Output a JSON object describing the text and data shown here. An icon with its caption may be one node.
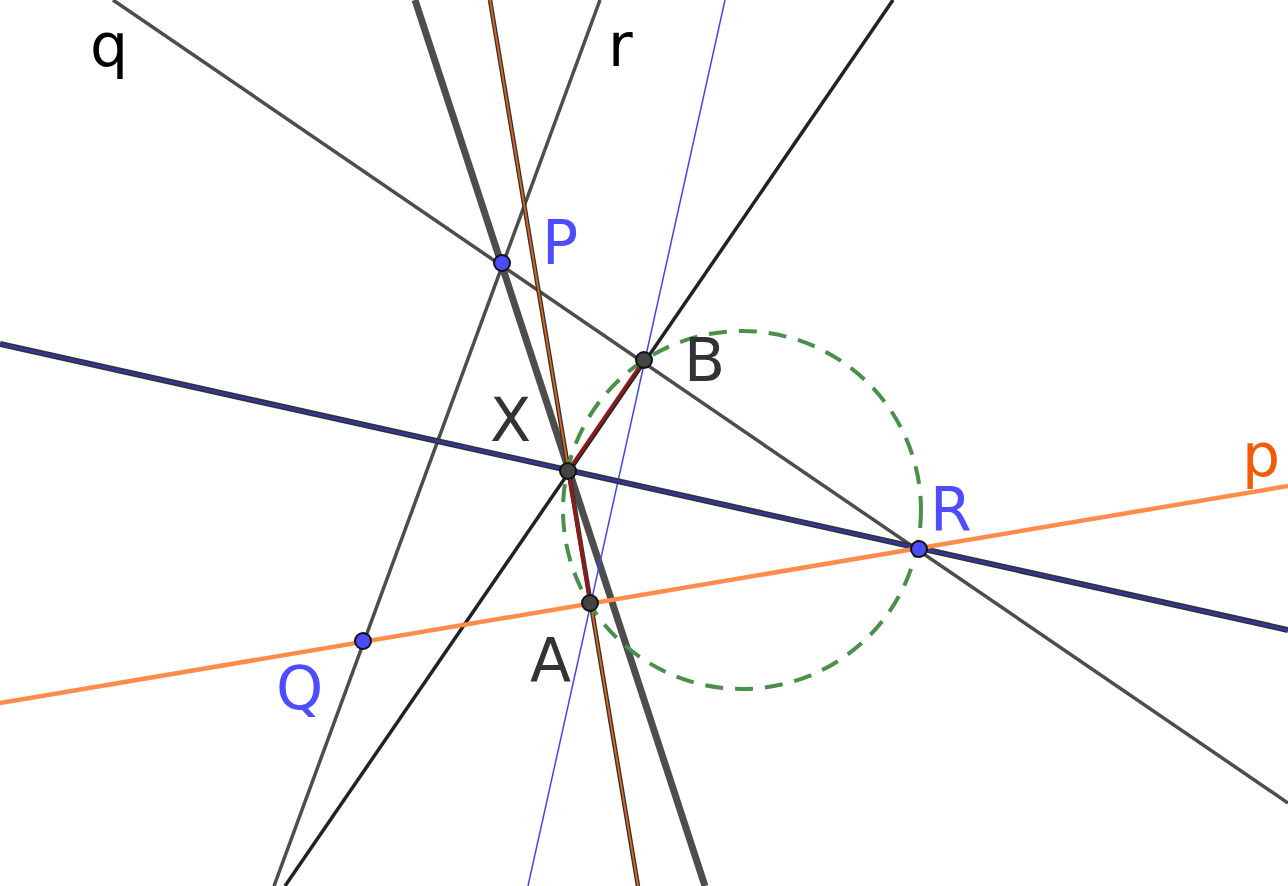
{
  "diagram": {
    "nodes": [
      {
        "text": [],
        "shape": "circle",
        "beside": [
          "P"
        ]
      },
      {
        "text": [],
        "shape": "circle",
        "beside": [
          "B"
        ]
      },
      {
        "text": [],
        "shape": "circle",
        "beside": [
          "X"
        ]
      },
      {
        "text": [],
        "shape": "circle",
        "beside": [
          "R"
        ]
      },
      {
        "text": [],
        "shape": "circle",
        "beside": [
          "A"
        ]
      },
      {
        "text": [],
        "shape": "circle",
        "beside": [
          "Q"
        ]
      }
    ],
    "edges": [
      {
        "from": 2,
        "to": 1,
        "arrow": "none"
      },
      {
        "from": 2,
        "to": 4,
        "arrow": "none"
      }
    ],
    "labels": [
      "q",
      "r",
      "p"
    ]
  }
}
